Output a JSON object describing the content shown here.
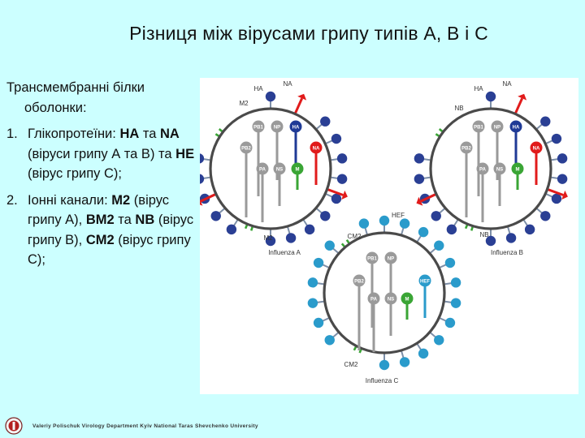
{
  "slide": {
    "title": "Різниця між вірусами грипу типів А, В і С",
    "intro": "Трансмембранні білки оболонки:",
    "items": [
      {
        "num": "1.",
        "parts": [
          {
            "t": "Глікопротеїни: ",
            "b": false
          },
          {
            "t": "НА",
            "b": true
          },
          {
            "t": " та ",
            "b": false
          },
          {
            "t": "NA",
            "b": true
          },
          {
            "t": " (віруси грипу А та В) та ",
            "b": false
          },
          {
            "t": "НЕ",
            "b": true
          },
          {
            "t": " (вірус грипу С);",
            "b": false
          }
        ]
      },
      {
        "num": "2.",
        "parts": [
          {
            "t": "Іонні канали: ",
            "b": false
          },
          {
            "t": "M2",
            "b": true
          },
          {
            "t": " (вірус грипу А), ",
            "b": false
          },
          {
            "t": "BM2",
            "b": true
          },
          {
            "t": " та ",
            "b": false
          },
          {
            "t": "NB",
            "b": true
          },
          {
            "t": " (вірус грипу В), ",
            "b": false
          },
          {
            "t": "CM2",
            "b": true
          },
          {
            "t": " (вірус грипу С);",
            "b": false
          }
        ]
      }
    ],
    "footer": "Valeriy Polischuk  Virology Department  Kyiv National Taras Shevchenko University"
  },
  "viruses": {
    "a": {
      "caption": "Influenza A",
      "top_left": "HA",
      "top_right": "NA",
      "side_top": "M2",
      "side_bottom": "M2",
      "segments": [
        "PB1",
        "NP",
        "HA",
        "PB2",
        "NA",
        "PA",
        "NS",
        "M"
      ]
    },
    "b": {
      "caption": "Influenza B",
      "top_left": "HA",
      "top_right": "NA",
      "side_top": "NB",
      "side_bottom": "NB",
      "segments": [
        "PB1",
        "NP",
        "HA",
        "PB2",
        "NA",
        "PA",
        "NS",
        "M"
      ]
    },
    "c": {
      "caption": "Influenza C",
      "top_label": "HEF",
      "side_top": "CM2",
      "side_bottom": "CM2",
      "segments": [
        "PB1",
        "NP",
        "PB2",
        "HEF",
        "PA",
        "NS",
        "M"
      ]
    }
  },
  "colors": {
    "background": "#ccffff",
    "panel": "#ffffff",
    "type_a_spikes": "#2a3f94",
    "type_b_spikes": "#2a3f94",
    "type_c_spikes": "#2a9bcb",
    "neuraminidase": "#e11b1b",
    "ion_channel": "#3aa535",
    "hemagglutinin_segment": "#1f3a96",
    "segment_gray": "#9a9a9a"
  }
}
